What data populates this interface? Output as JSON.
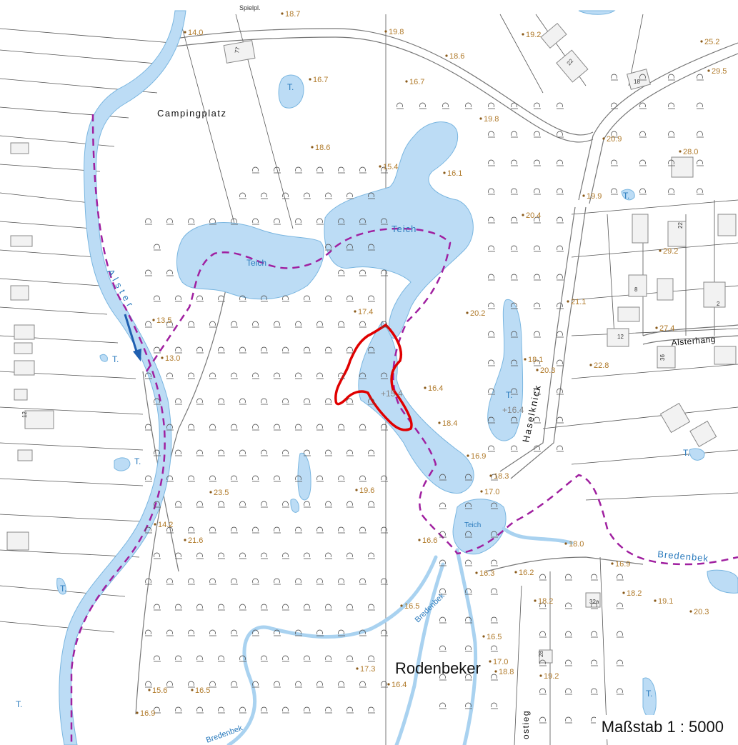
{
  "scale": "Maßstab 1 : 5000",
  "labels": {
    "campingplatz": "Campingplatz",
    "teich_left": "Teich",
    "teich_top": "Teich",
    "teich_bottom": "Teich",
    "alster": "Alster",
    "haselknick": "Haselknick",
    "alsterhang": "Alsterhang",
    "bredenbek_right": "Bredenbek",
    "bredenbek_mid": "Bredenbek",
    "bredenbek_bottom": "Bredenbek",
    "rodenbeker": "Rodenbeker",
    "stieg": "ostieg",
    "spielpl": "Spielpl.",
    "water_mark_center": "+15.4",
    "water_mark_right": "+16.4"
  },
  "pond_labels": [
    "T.",
    "T.",
    "T.",
    "T.",
    "T.",
    "T.",
    "T.",
    "T.",
    "T."
  ],
  "house_numbers": [
    "77",
    "22",
    "18",
    "22",
    "8",
    "2",
    "12",
    "36",
    "12",
    "28",
    "32a"
  ],
  "elevations": [
    "18.7",
    "19.8",
    "19.2",
    "25.2",
    "14.0",
    "18.6",
    "29.5",
    "16.7",
    "16.7",
    "19.8",
    "20.9",
    "28.0",
    "18.6",
    "15.4",
    "16.1",
    "19.9",
    "20.4",
    "29.2",
    "17.4",
    "20.2",
    "21.1",
    "13.5",
    "27.4",
    "13.0",
    "18.1",
    "20.3",
    "22.8",
    "16.4",
    "18.4",
    "16.9",
    "18.3",
    "17.0",
    "23.5",
    "19.6",
    "14.2",
    "21.6",
    "16.6",
    "18.0",
    "16.3",
    "16.2",
    "16.9",
    "18.2",
    "19.1",
    "18.2",
    "20.3",
    "16.5",
    "16.5",
    "17.0",
    "17.3",
    "18.8",
    "19.2",
    "16.4",
    "15.6",
    "16.5",
    "16.9"
  ],
  "colors": {
    "water": "#bcdcf5",
    "water_edge": "#7ab6e0",
    "boundary": "#a020a0",
    "highlight": "#e00000",
    "flow_arrow": "#1f5fb0",
    "elevation_text": "#b07a2a"
  }
}
